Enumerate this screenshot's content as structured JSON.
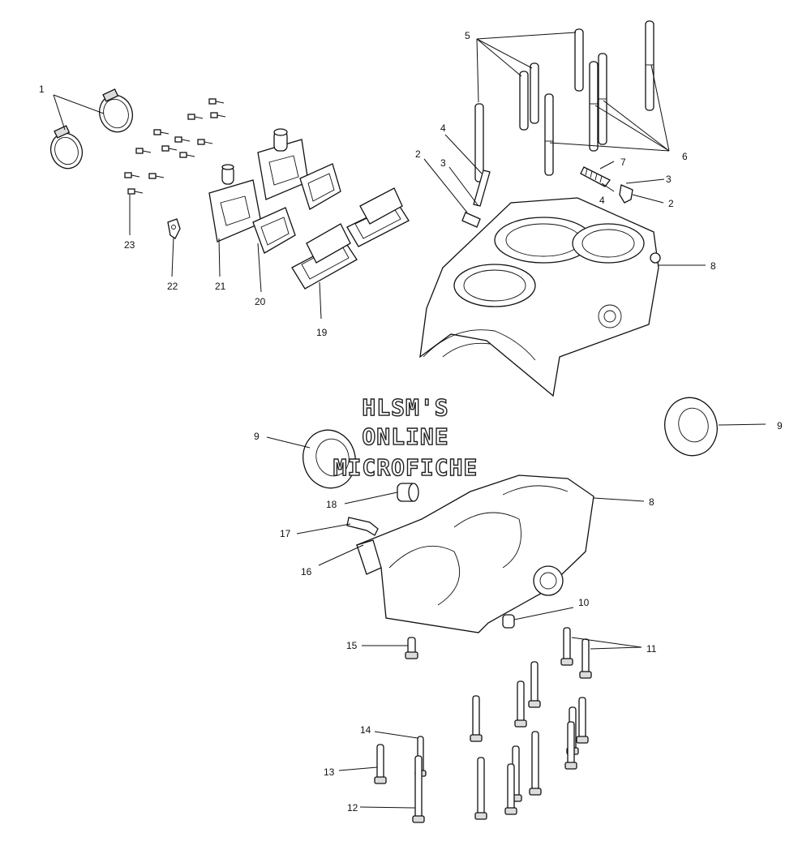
{
  "watermark": {
    "lines": [
      "HLSM'S",
      "ONLINE",
      "MICROFICHE"
    ]
  },
  "callouts": [
    {
      "id": "c1",
      "label": "1"
    },
    {
      "id": "c2a",
      "label": "2"
    },
    {
      "id": "c2b",
      "label": "2"
    },
    {
      "id": "c3a",
      "label": "3"
    },
    {
      "id": "c3b",
      "label": "3"
    },
    {
      "id": "c4a",
      "label": "4"
    },
    {
      "id": "c4b",
      "label": "4"
    },
    {
      "id": "c5",
      "label": "5"
    },
    {
      "id": "c6",
      "label": "6"
    },
    {
      "id": "c7",
      "label": "7"
    },
    {
      "id": "c8a",
      "label": "8"
    },
    {
      "id": "c8b",
      "label": "8"
    },
    {
      "id": "c9a",
      "label": "9"
    },
    {
      "id": "c9b",
      "label": "9"
    },
    {
      "id": "c10",
      "label": "10"
    },
    {
      "id": "c11",
      "label": "11"
    },
    {
      "id": "c12",
      "label": "12"
    },
    {
      "id": "c13",
      "label": "13"
    },
    {
      "id": "c14",
      "label": "14"
    },
    {
      "id": "c15",
      "label": "15"
    },
    {
      "id": "c16",
      "label": "16"
    },
    {
      "id": "c17",
      "label": "17"
    },
    {
      "id": "c18",
      "label": "18"
    },
    {
      "id": "c19",
      "label": "19"
    },
    {
      "id": "c20",
      "label": "20"
    },
    {
      "id": "c21",
      "label": "21"
    },
    {
      "id": "c22",
      "label": "22"
    },
    {
      "id": "c23",
      "label": "23"
    }
  ]
}
